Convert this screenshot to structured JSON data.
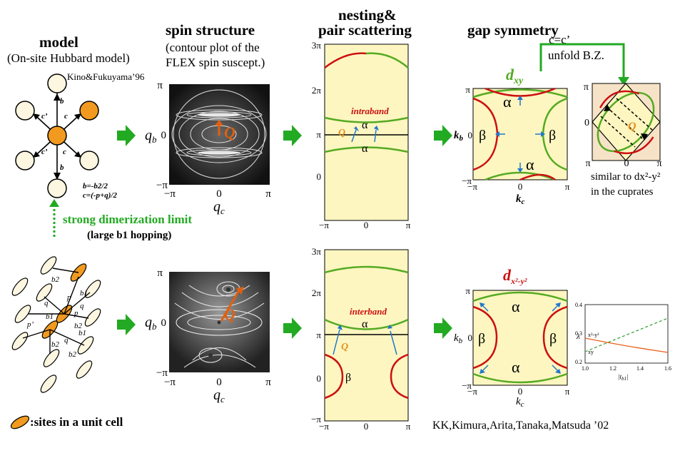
{
  "headers": {
    "model": "model",
    "model_sub": "(On-site Hubbard model)",
    "spin": "spin structure",
    "spin_sub1": "(contour plot of the",
    "spin_sub2": "FLEX spin suscept.)",
    "nesting1": "nesting&",
    "nesting2": "pair scattering",
    "gap": "gap symmetry",
    "cc": "c=c’",
    "unfold": "unfold B.Z."
  },
  "refs": {
    "kino": "Kino&Fukuyama’96",
    "kk": "KK,Kimura,Arita,Tanaka,Matsuda ’02"
  },
  "model_top": {
    "b_eq": "b=-b2/2",
    "c_eq": "c=(-p+q)/2",
    "labels": [
      "c",
      "c",
      "c’",
      "c’",
      "b",
      "b"
    ]
  },
  "dimer": {
    "limit": "strong dimerization limit",
    "sub": "(large b1 hopping)",
    "legend": ":sites in a unit cell",
    "labels": [
      "b2",
      "b1",
      "b1",
      "b2",
      "p",
      "q",
      "q",
      "b1",
      "p",
      "q",
      "p’",
      "b2",
      "b2"
    ]
  },
  "spin_axes": {
    "pi": "π",
    "mpi": "−π",
    "zero": "0",
    "qb": "q",
    "qb_sub": "b",
    "qc": "q",
    "qc_sub": "c",
    "Q": "Q"
  },
  "nest_top": {
    "ticks": [
      "3π",
      "2π",
      "π",
      "0",
      "−π"
    ],
    "xticks": [
      "−π",
      "0",
      "π"
    ],
    "label": "intraband",
    "alpha": "α",
    "Q": "Q"
  },
  "nest_bot": {
    "ticks": [
      "3π",
      "2π",
      "π",
      "0",
      "−π"
    ],
    "xticks": [
      "−π",
      "0",
      "π"
    ],
    "label": "interband",
    "alpha": "α",
    "beta": "β",
    "Q": "Q"
  },
  "gap_top": {
    "title": "d",
    "title_sub": "xy",
    "alpha": "α",
    "beta": "β",
    "pi": "π",
    "mpi": "−π",
    "zero": "0",
    "kb": "k",
    "kb_sub": "b",
    "kc": "k",
    "kc_sub": "c"
  },
  "gap_bot": {
    "title": "d",
    "title_sub": "x²-y²",
    "alpha": "α",
    "beta": "β",
    "pi": "π",
    "mpi": "−π",
    "zero": "0",
    "kb": "k",
    "kb_sub": "b",
    "kc": "k",
    "kc_sub": "c"
  },
  "unfold": {
    "pi": "π",
    "mpi": "π",
    "zero": "0",
    "Q": "Q",
    "similar1": "similar to dx²-y²",
    "similar2": "in the cuprates"
  },
  "lambda_plot": {
    "ylabel": "λ",
    "xlabel": "|t",
    "xlabel_sub": "b1",
    "xlabel_end": "|",
    "yticks": [
      "0.4",
      "0.3",
      "0.2"
    ],
    "xticks": [
      "1.0",
      "1.2",
      "1.4",
      "1.6"
    ],
    "series": [
      {
        "name": "x²-y²",
        "color": "#e8601c"
      },
      {
        "name": "xy",
        "color": "#2ca02c"
      }
    ]
  },
  "colors": {
    "arrow_green": "#22aa22",
    "fermi_red": "#cc1111",
    "fermi_green": "#55aa22",
    "pale_yellow": "#fdf6c0",
    "orange": "#f19a1f",
    "blue": "#2277cc"
  }
}
